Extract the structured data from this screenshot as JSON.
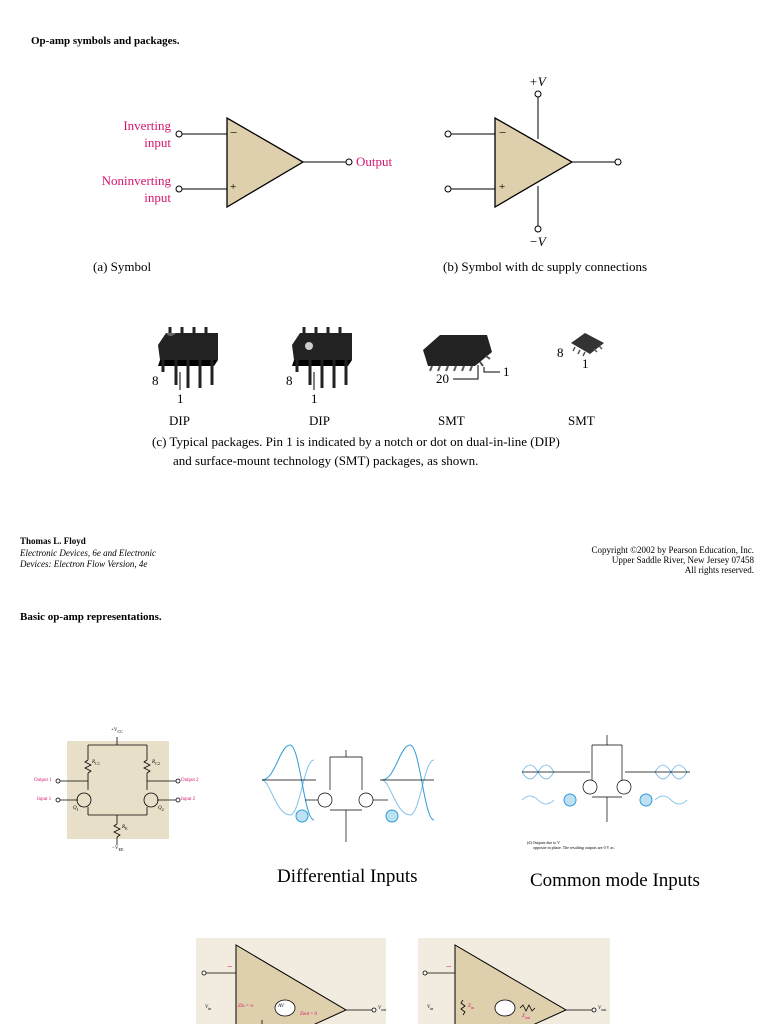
{
  "slide1": {
    "title": "Op-amp symbols and packages.",
    "symbol_a": {
      "inverting_label_1": "Inverting",
      "inverting_label_2": "input",
      "noninverting_label_1": "Noninverting",
      "noninverting_label_2": "input",
      "minus": "−",
      "plus": "+",
      "output_label": "Output",
      "caption": "(a) Symbol"
    },
    "symbol_b": {
      "plus_v": "+V",
      "minus_v": "−V",
      "minus": "−",
      "plus": "+",
      "caption": "(b) Symbol with dc supply connections"
    },
    "packages": [
      {
        "name": "DIP",
        "pin_hi": "8",
        "pin_lo": "1"
      },
      {
        "name": "DIP",
        "pin_hi": "8",
        "pin_lo": "1"
      },
      {
        "name": "SMT",
        "pin_hi": "20",
        "pin_lo": "1"
      },
      {
        "name": "SMT",
        "pin_hi": "8",
        "pin_lo": "1"
      }
    ],
    "caption_c_line1": "(c)  Typical packages. Pin 1 is indicated by a notch or dot on dual-in-line (DIP)",
    "caption_c_line2": "and surface-mount technology (SMT) packages, as shown.",
    "author": "Thomas L. Floyd",
    "book_line1": "Electronic Devices, 6e and Electronic",
    "book_line2": "Devices:  Electron Flow Version, 4e",
    "copyright_line1": "Copyright ©2002 by Pearson Education, Inc.",
    "copyright_line2": "Upper Saddle River, New Jersey 07458",
    "copyright_line3": "All rights reserved."
  },
  "slide2": {
    "title": "Basic op-amp representations.",
    "diff_amp": {
      "vcc": "+V",
      "vcc_sub": "CC",
      "rc1": "R",
      "rc1_sub": "C1",
      "rc2": "R",
      "rc2_sub": "C2",
      "re": "R",
      "re_sub": "E",
      "vee": "−V",
      "vee_sub": "EE",
      "output1": "Output 1",
      "output2": "Output 2",
      "input1": "Input 1",
      "input2": "Input 2",
      "q1": "Q",
      "q1_sub": "1",
      "q2": "Q",
      "q2_sub": "2"
    },
    "differential_label": "Differential Inputs",
    "common_mode_label": "Common mode Inputs",
    "common_mode_note_1": "(d) Outputs due to V",
    "common_mode_note_2": "opposite in phase. The resulting outputs are 0 V ac.",
    "ideal_model": {
      "minus": "−",
      "vin": "V",
      "vin_sub": "in",
      "zin": "Z",
      "zin_eq": "in = ∞",
      "gain": "A",
      "gain_rest": "V",
      "zout": "Z",
      "zout_eq": "out = 0",
      "vout": "V",
      "vout_sub": "out"
    },
    "practical_model": {
      "minus": "−",
      "vin": "V",
      "vin_sub": "in",
      "zin": "Z",
      "zin_sub": "in",
      "zout": "Z",
      "zout_sub": "out",
      "vout": "V",
      "vout_sub": "out"
    }
  },
  "colors": {
    "triangle_fill": "#dfd0ad",
    "pink": "#d6156e",
    "wave_blue": "#2e9ad6",
    "panel_bg": "#e8dfc8"
  }
}
